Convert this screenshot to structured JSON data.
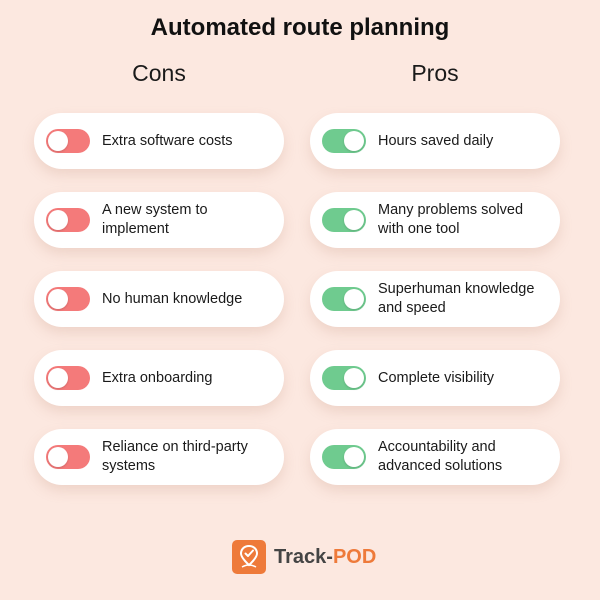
{
  "header": {
    "title": "Automated route planning"
  },
  "columns": {
    "cons_label": "Cons",
    "pros_label": "Pros"
  },
  "colors": {
    "background": "#fce8e0",
    "toggle_off": "#f47a7a",
    "toggle_on": "#6fcb8f",
    "brand": "#ee7a3a"
  },
  "cons": [
    {
      "label": "Extra software costs",
      "toggle": "off"
    },
    {
      "label": "A new system to\nimplement",
      "toggle": "off"
    },
    {
      "label": "No human knowledge",
      "toggle": "off"
    },
    {
      "label": "Extra onboarding",
      "toggle": "off"
    },
    {
      "label": "Reliance on third-party\nsystems",
      "toggle": "off"
    }
  ],
  "pros": [
    {
      "label": "Hours saved daily",
      "toggle": "on"
    },
    {
      "label": "Many problems solved\nwith one tool",
      "toggle": "on"
    },
    {
      "label": "Superhuman knowledge\nand speed",
      "toggle": "on"
    },
    {
      "label": "Complete visibility",
      "toggle": "on"
    },
    {
      "label": "Accountability and\nadvanced solutions",
      "toggle": "on"
    }
  ],
  "brand": {
    "logo_icon": "location-pin-check-icon",
    "name_part1": "Track-",
    "name_part2": "POD"
  }
}
